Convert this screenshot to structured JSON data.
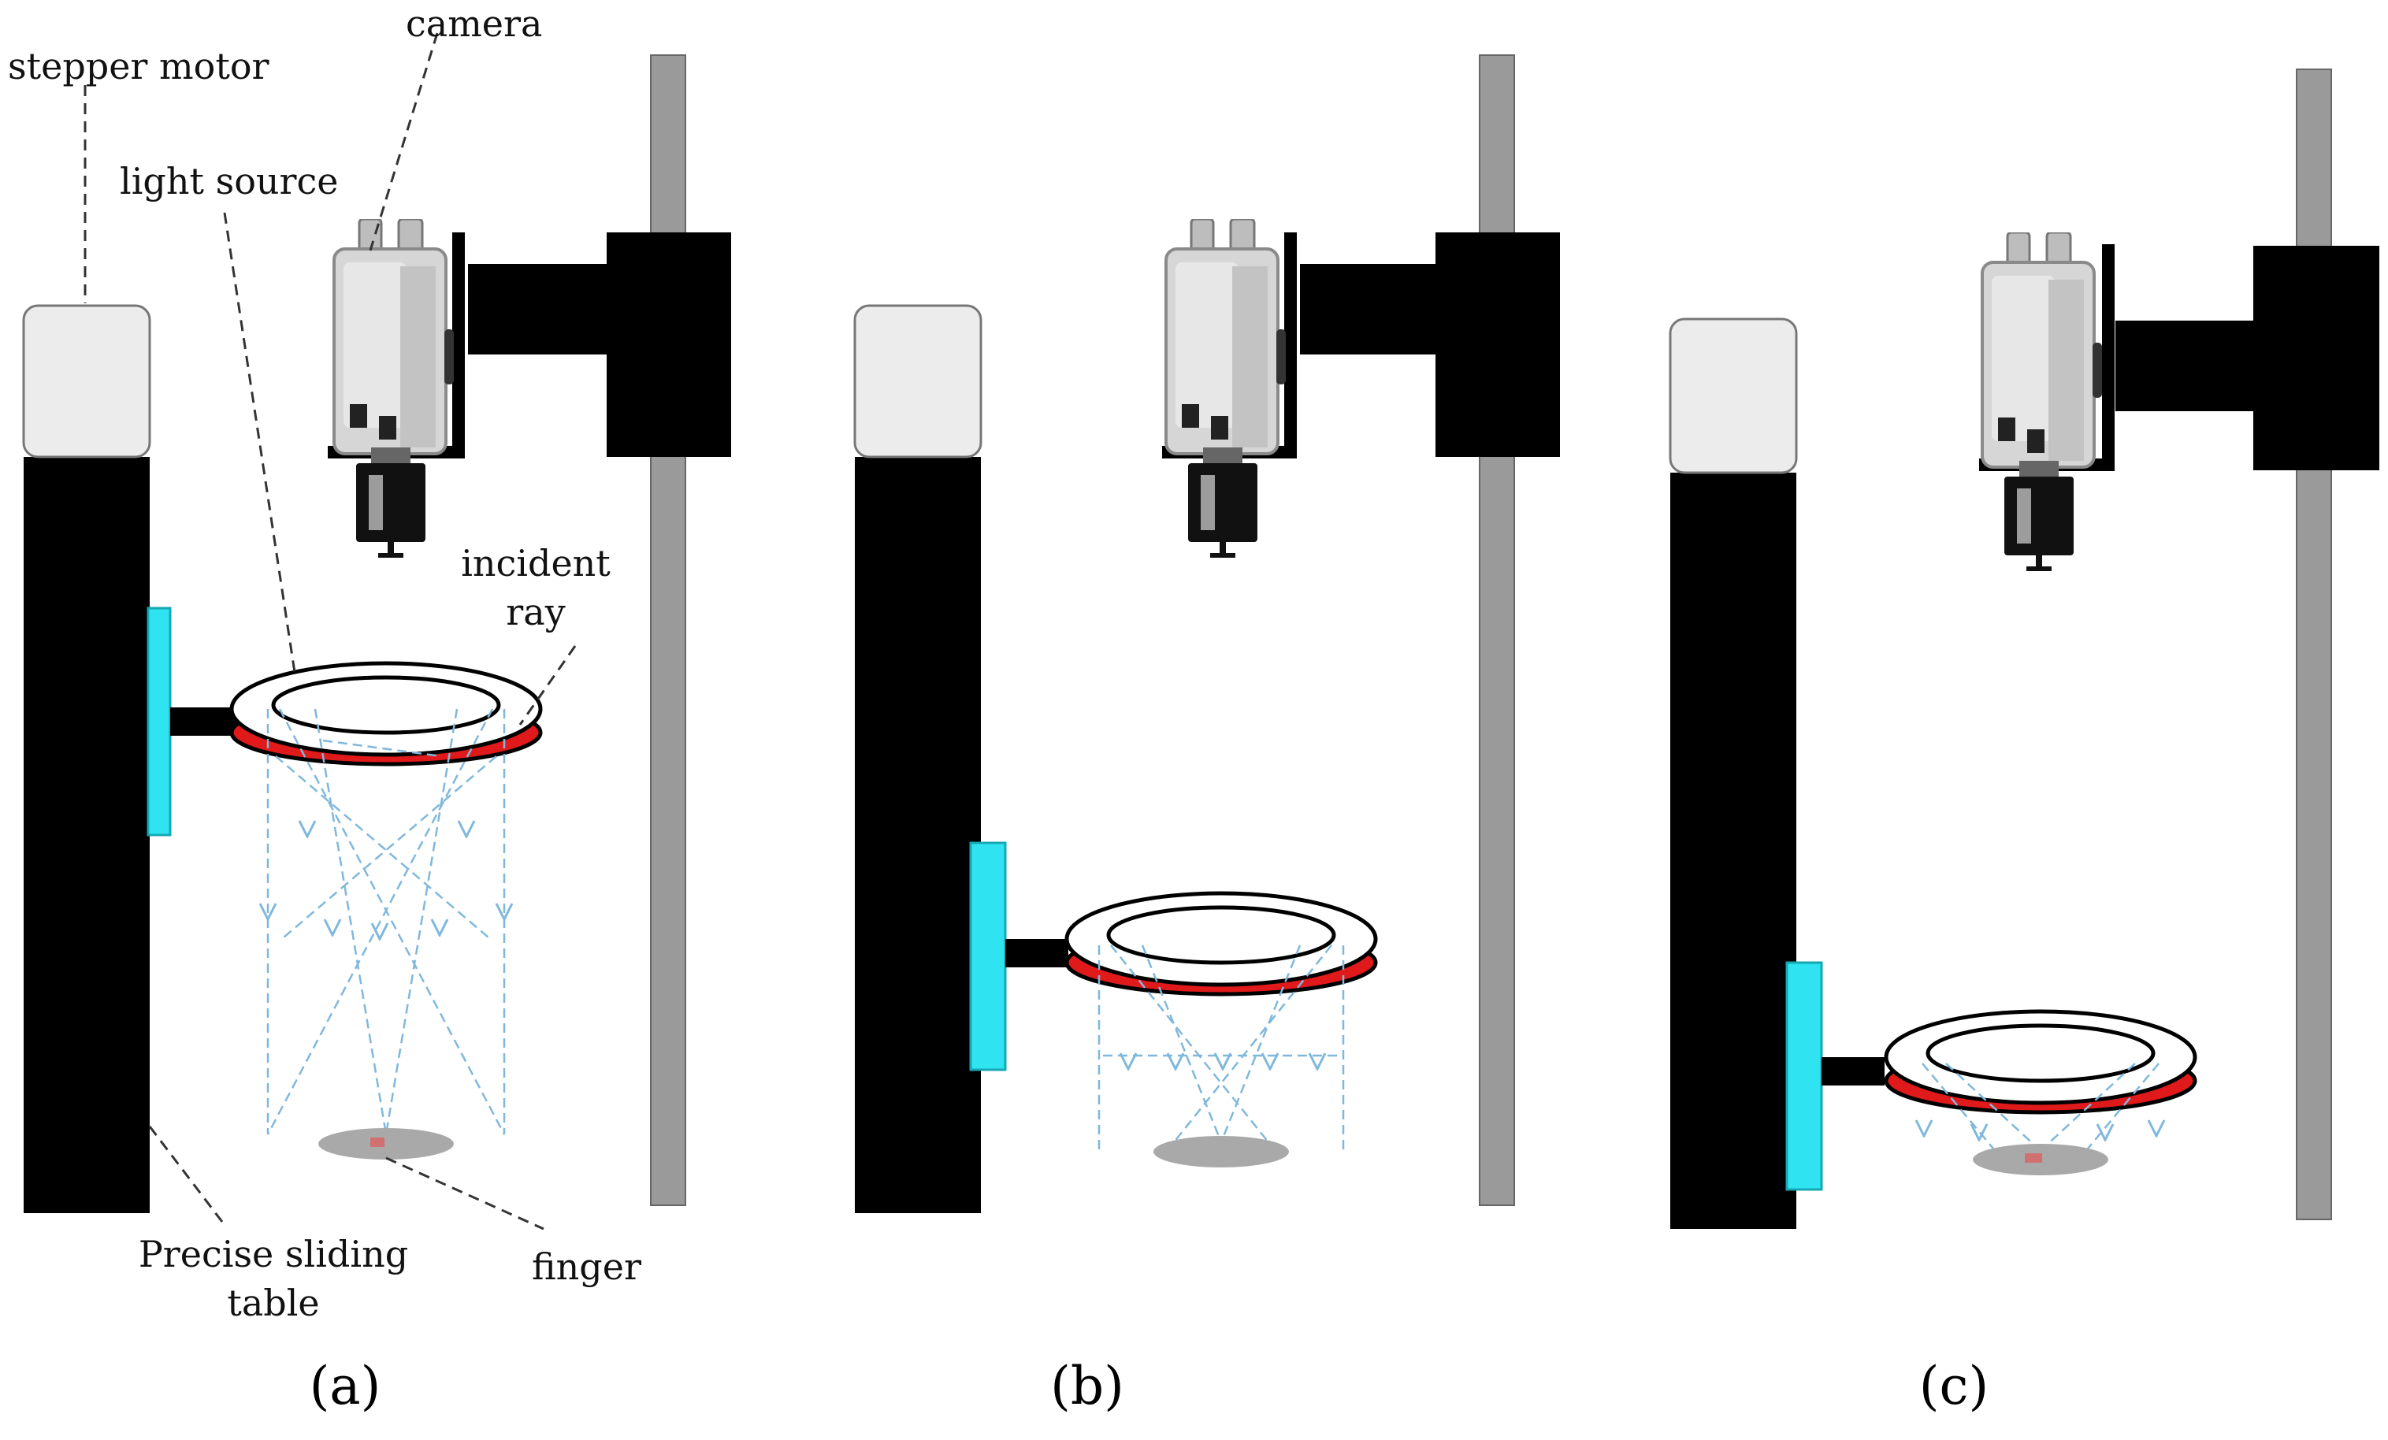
{
  "labels": {
    "stepper_motor": "stepper motor",
    "camera": "camera",
    "light_source": "light source",
    "incident_ray": [
      "incident",
      "ray"
    ],
    "sliding_table": [
      "Precise sliding",
      "table"
    ],
    "finger": "finger"
  },
  "captions": {
    "a": "(a)",
    "b": "(b)",
    "c": "(c)"
  },
  "colors": {
    "column": "#000000",
    "motor_cap": "#ececec",
    "mount_plate": "#2fe3f0",
    "ring_red": "#e01a1a",
    "pole": "#9a9a9a",
    "ray": "#7fb8dc",
    "finger_spot": "#a9a9a9",
    "camera_body": "#cfcfcf",
    "lens": "#111111"
  },
  "icons": {
    "camera": "camera-icon",
    "finger": "finger-icon",
    "stepper_motor": "motor-icon"
  }
}
